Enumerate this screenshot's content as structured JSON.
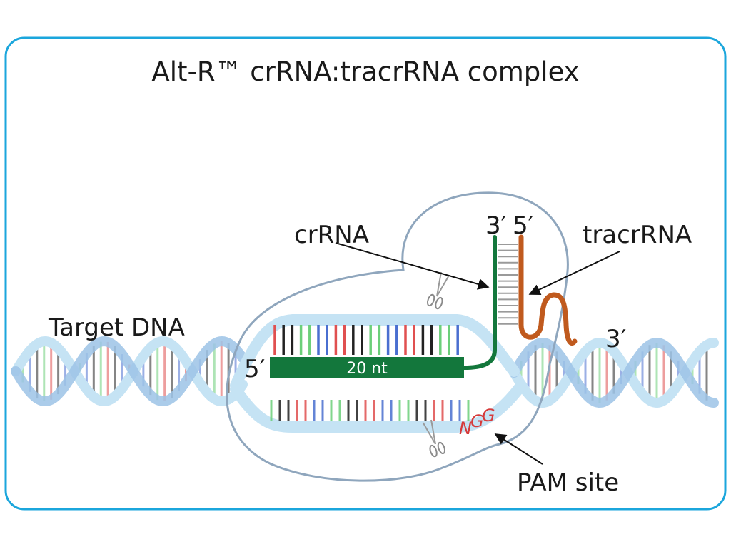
{
  "diagram": {
    "title": "Alt-R™ crRNA:tracrRNA complex",
    "labels": {
      "target_dna": "Target DNA",
      "crrna": "crRNA",
      "tracrrna": "tracrRNA",
      "pam_site": "PAM site",
      "five_prime_left": "5′",
      "three_prime_top": "3′",
      "five_prime_top": "5′",
      "three_prime_right": "3′",
      "spacer": "20 nt",
      "pam_seq_n": "N",
      "pam_seq_g1": "G",
      "pam_seq_g2": "G"
    },
    "colors": {
      "frame": "#1ba6dc",
      "dna_backbone_light": "#c5e3f4",
      "dna_backbone_dark": "#9cc3e6",
      "cas9_outline": "#8fa6bd",
      "crrna": "#13773c",
      "tracrrna": "#c05a1e",
      "pam": "#d63a3a",
      "base_red": "#e05050",
      "base_green": "#6ccf7a",
      "base_blue": "#4a6fd0",
      "base_black": "#222222"
    },
    "icons": [
      "scissors-icon-top",
      "scissors-icon-bottom"
    ]
  }
}
